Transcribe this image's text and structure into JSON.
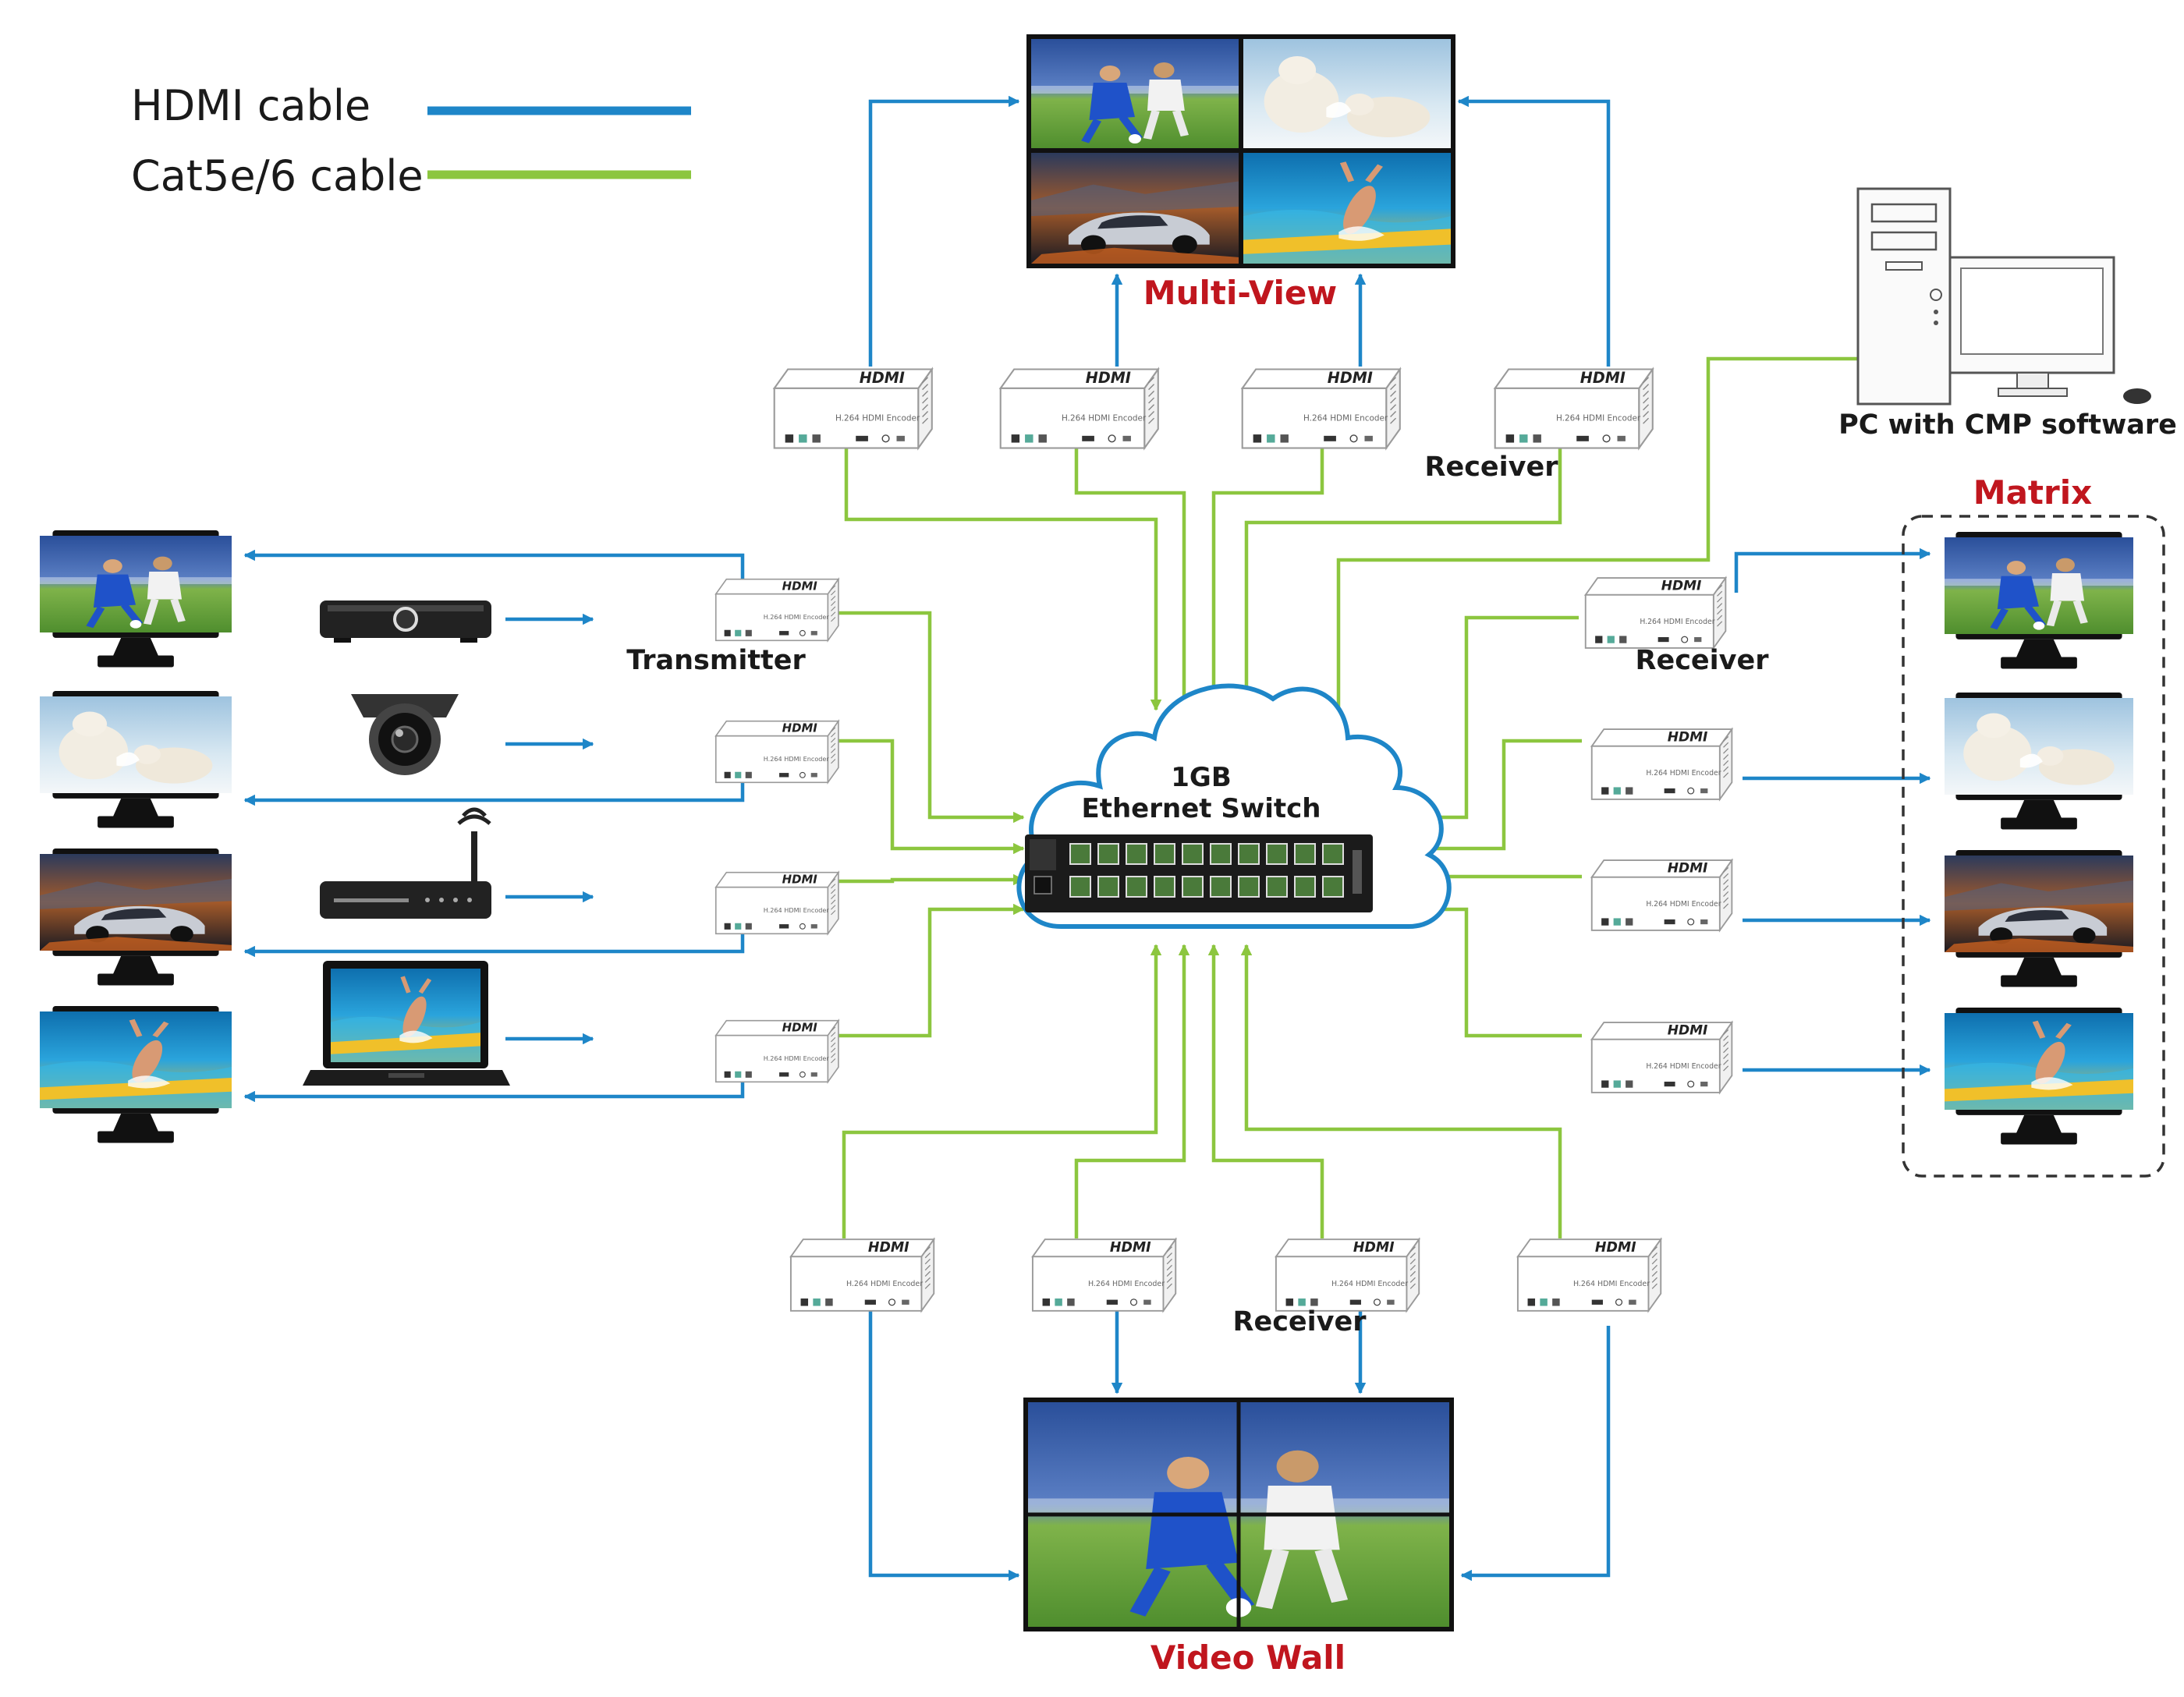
{
  "legend": {
    "items": [
      {
        "label": "HDMI cable",
        "color": "#1e86c8"
      },
      {
        "label": "Cat5e/6 cable",
        "color": "#8cc63f"
      }
    ]
  },
  "labels": {
    "multi_view": "Multi-View",
    "video_wall": "Video Wall",
    "matrix": "Matrix",
    "pc": "PC with CMP software",
    "transmitter": "Transmitter",
    "receiver": "Receiver"
  },
  "switch": {
    "line1": "1GB",
    "line2": "Ethernet Switch"
  },
  "device": {
    "brand": "HDMI",
    "model": "H.264 HDMI Encoder"
  },
  "colors": {
    "hdmi": "#1e86c8",
    "cat": "#8cc63f",
    "accent_red": "#c0161e"
  },
  "sources": [
    "set-top-box-icon",
    "security-camera-icon",
    "wifi-router-icon",
    "laptop-icon"
  ]
}
